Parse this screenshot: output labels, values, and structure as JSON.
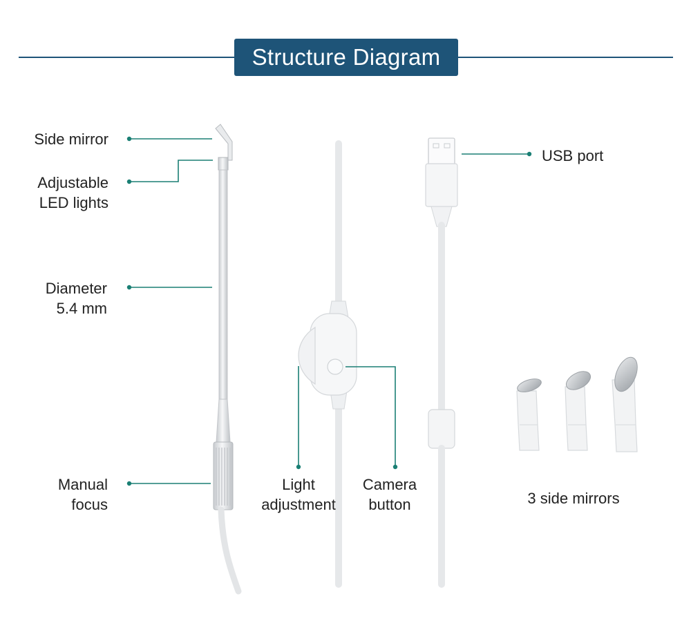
{
  "title": "Structure Diagram",
  "colors": {
    "accent": "#1e5478",
    "leader": "#1a7f74",
    "label_text": "#222222",
    "device_body": "#f4f5f6",
    "device_outline": "#d4d7da"
  },
  "labels": {
    "side_mirror": "Side mirror",
    "led_lights": "Adjustable\nLED lights",
    "diameter": "Diameter\n5.4 mm",
    "manual_focus": "Manual\nfocus",
    "light_adjustment": "Light\nadjustment",
    "camera_button": "Camera\nbutton",
    "usb_port": "USB port",
    "side_mirrors": "3 side mirrors"
  }
}
